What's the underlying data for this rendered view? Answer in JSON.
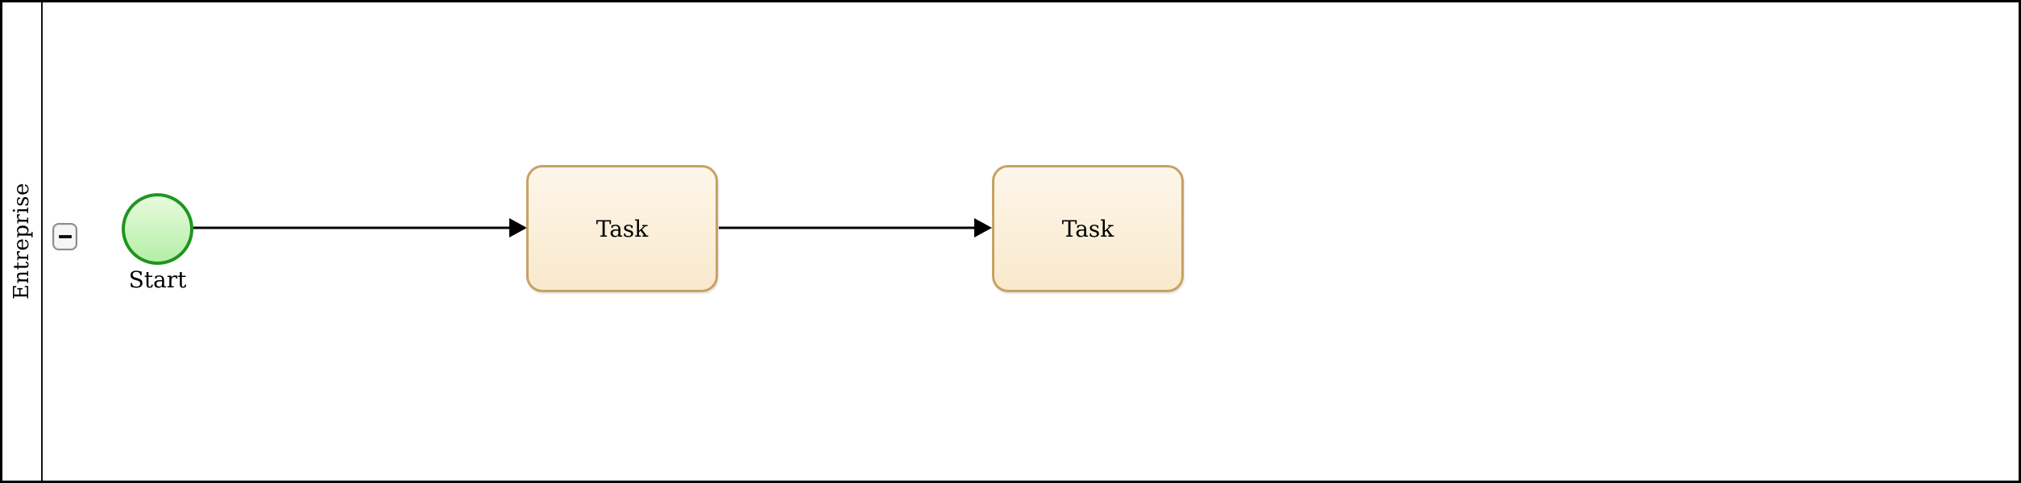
{
  "pool": {
    "label": "Entreprise",
    "collapse_button_symbol": "−"
  },
  "elements": {
    "start_event": {
      "shape": "circle",
      "label": "Start"
    },
    "tasks": [
      {
        "label": "Task"
      },
      {
        "label": "Task"
      }
    ],
    "flows": [
      {
        "from": "start-event",
        "to": "task-1"
      },
      {
        "from": "task-1",
        "to": "task-2"
      }
    ]
  },
  "colors": {
    "event_border": "#1e961e",
    "event_fill_top": "#e8fade",
    "event_fill_bottom": "#b4efa6",
    "task_border": "#c8a164",
    "task_fill_top": "#fdf6ea",
    "task_fill_bottom": "#f9e9cc",
    "connector": "#000000",
    "pool_border": "#000000",
    "button_border": "#8c8c8c",
    "button_fill": "#f6f6f4"
  }
}
